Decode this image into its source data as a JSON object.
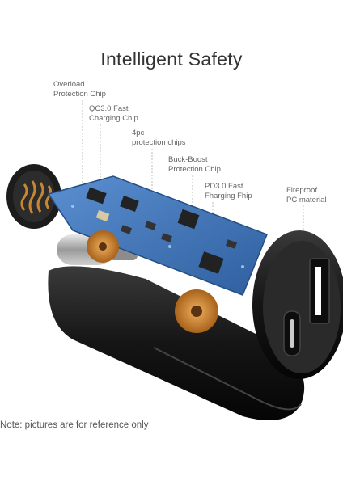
{
  "heading": {
    "title": "Intelligent Safety"
  },
  "callouts": [
    {
      "name": "overload-protection-label",
      "line1": "Overload",
      "line2": "Protection Chip"
    },
    {
      "name": "qc30-chip-label",
      "line1": "QC3.0 Fast",
      "line2": "Charging Chip"
    },
    {
      "name": "protection-chips-label",
      "line1": "4pc",
      "line2": "protection chips"
    },
    {
      "name": "buck-boost-label",
      "line1": "Buck-Boost",
      "line2": "Protection Chip"
    },
    {
      "name": "pd30-chip-label",
      "line1": "PD3.0 Fast",
      "line2": "Fharging Fhip"
    },
    {
      "name": "fireproof-label",
      "line1": "Fireproof",
      "line2": "PC material"
    }
  ],
  "footer": {
    "note": "Note: pictures are for reference only"
  },
  "colors": {
    "pcb": "#3a6fb5",
    "body": "#1a1a1a",
    "copper": "#c8822a",
    "callout_line": "#aaaaaa"
  }
}
